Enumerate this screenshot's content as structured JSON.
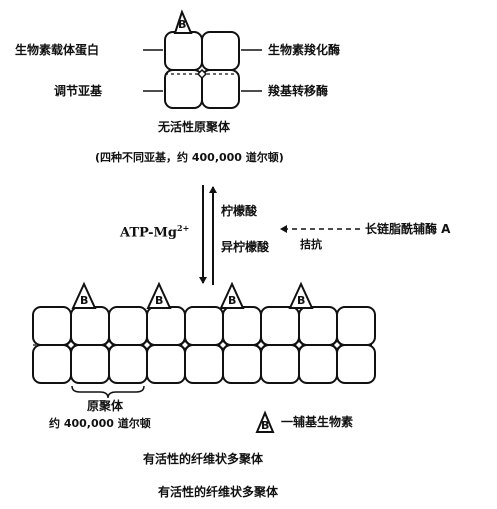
{
  "top_diagram": {
    "label_carrier_protein": "生物素载体蛋白",
    "label_carboxylase": "生物素羧化酶",
    "label_regulatory_subunit": "调节亚基",
    "label_transcarboxylase": "羧基转移酶",
    "label_inactive_protomer": "无活性原聚体",
    "label_protomer_composition": "(四种不同亚基，约 400,000 道尔顿)",
    "biotin_marker": "B"
  },
  "middle": {
    "atp_text": "ATP-Mg",
    "atp_superscript": "2+",
    "citrate": "柠檬酸",
    "isocitrate": "异柠檬酸",
    "antagonist_label": "拮抗",
    "acyl_coa_label": "长链脂酰辅酶 A"
  },
  "bottom_diagram": {
    "protomer_label": "原聚体",
    "protomer_mass": "约 400,000 道尔顿",
    "legend_label": "一辅基生物素",
    "caption_active_polymer": "有活性的纤维状多聚体",
    "biotin_marker": "B"
  },
  "footer": {
    "caption": "有活性的纤维状多聚体"
  }
}
